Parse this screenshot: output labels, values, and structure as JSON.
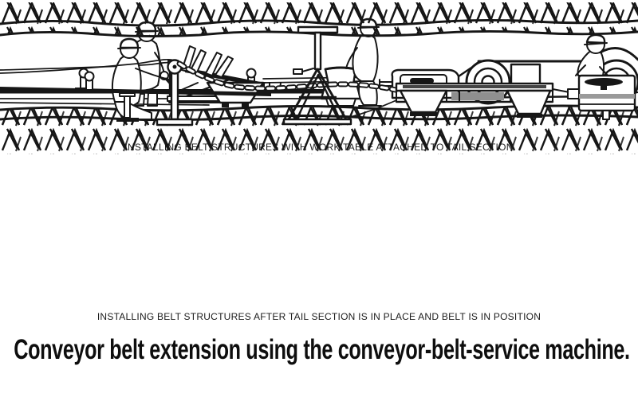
{
  "figure": {
    "colors": {
      "ink": "#161616",
      "paper": "#ffffff",
      "shade": "#8f8f8f"
    },
    "panels": [
      {
        "caption": "INSTALLING BELT STRUCTURES WITH WORK TABLE ATTACHED TO TAIL SECTION"
      },
      {
        "caption": "INSTALLING BELT STRUCTURES AFTER TAIL SECTION IS IN PLACE AND BELT IS IN POSITION"
      }
    ],
    "title": "Conveyor belt extension using the conveyor-belt-service machine."
  }
}
